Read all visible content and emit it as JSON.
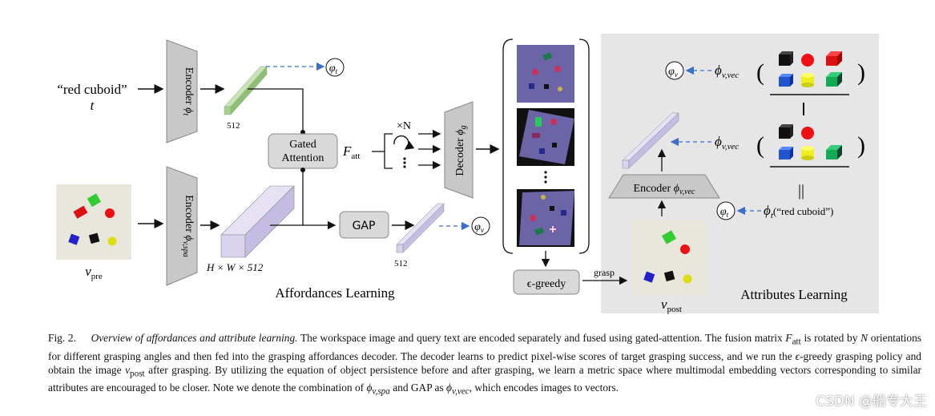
{
  "figure": {
    "input_text_quote": "“red cuboid”",
    "input_text_var": "t",
    "encoder_text_label": "Encoder ",
    "encoder_text_sym": "ϕ",
    "encoder_text_sub": "t",
    "encoder_spa_label": "Encoder ",
    "encoder_spa_sym": "ϕ",
    "encoder_spa_sub": "v,spa",
    "vec_dim_top": "512",
    "vec_dim_bottom": "512",
    "phi_t_circle": "φ",
    "phi_t_circle_sub": "t",
    "phi_v_circle": "φ",
    "phi_v_circle_sub": "v",
    "gated_attention_line1": "Gated",
    "gated_attention_line2": "Attention",
    "gap_label": "GAP",
    "fatt_sym": "F",
    "fatt_sub": "att",
    "rotation_label": "×N",
    "decoder_label": "Decoder ",
    "decoder_sym": "ϕ",
    "decoder_sub": "g",
    "volume_dims": "H × W × 512",
    "vpre_sym": "v",
    "vpre_sub": "pre",
    "vpost_sym": "v",
    "vpost_sub": "post",
    "epsilon_greedy": "ϵ-greedy",
    "grasp_label": "grasp",
    "encoder_vec_label": "Encoder ",
    "encoder_vec_sym": "ϕ",
    "encoder_vec_sub": "v,vec",
    "phi_vvec_sym": "ϕ",
    "phi_vvec_sub": "v,vec",
    "phi_t_red_sym": "ϕ",
    "phi_t_red_sub": "t",
    "phi_t_red_arg": "(“red cuboid”)",
    "equals_sign": "||",
    "affordances_title": "Affordances Learning",
    "attributes_title": "Attributes Learning",
    "colors": {
      "encoder_fill": "#c8c8c8",
      "text_vector": "#a9d18e",
      "vis_vector": "#d9d3ee",
      "scene_bg": "#e9e7dc",
      "heatmap_bg": "#6b64a6",
      "attr_panel": "#e6e6e6",
      "dashed_arrow": "#3b6fc9"
    }
  },
  "caption": {
    "fig_label": "Fig. 2.",
    "title": "Overview of affordances and attribute learning.",
    "body_a": " The workspace image and query text are encoded separately and fused using gated-attention. The fusion matrix ",
    "fatt": "F",
    "fatt_sub": "att",
    "body_b": " is rotated by ",
    "n_sym": "N",
    "body_c": " orientations for different grasping angles and then fed into the grasping affordances decoder. The decoder learns to predict pixel-wise scores of target grasping success, and we run the ",
    "eps": "ϵ",
    "body_d": "-greedy grasping policy and obtain the image ",
    "vpost": "v",
    "vpost_sub": "post",
    "body_e": " after grasping. By utilizing the equation of object persistence before and after grasping, we learn a metric space where multimodal embedding vectors corresponding to similar attributes are encouraged to be closer. Note we denote the combination of ",
    "phi1": "ϕ",
    "phi1_sub": "v,spa",
    "body_f": " and GAP as ",
    "phi2": "ϕ",
    "phi2_sub": "v,vec",
    "body_g": ", which encodes images to vectors."
  },
  "watermark": "CSDN @船专大王"
}
